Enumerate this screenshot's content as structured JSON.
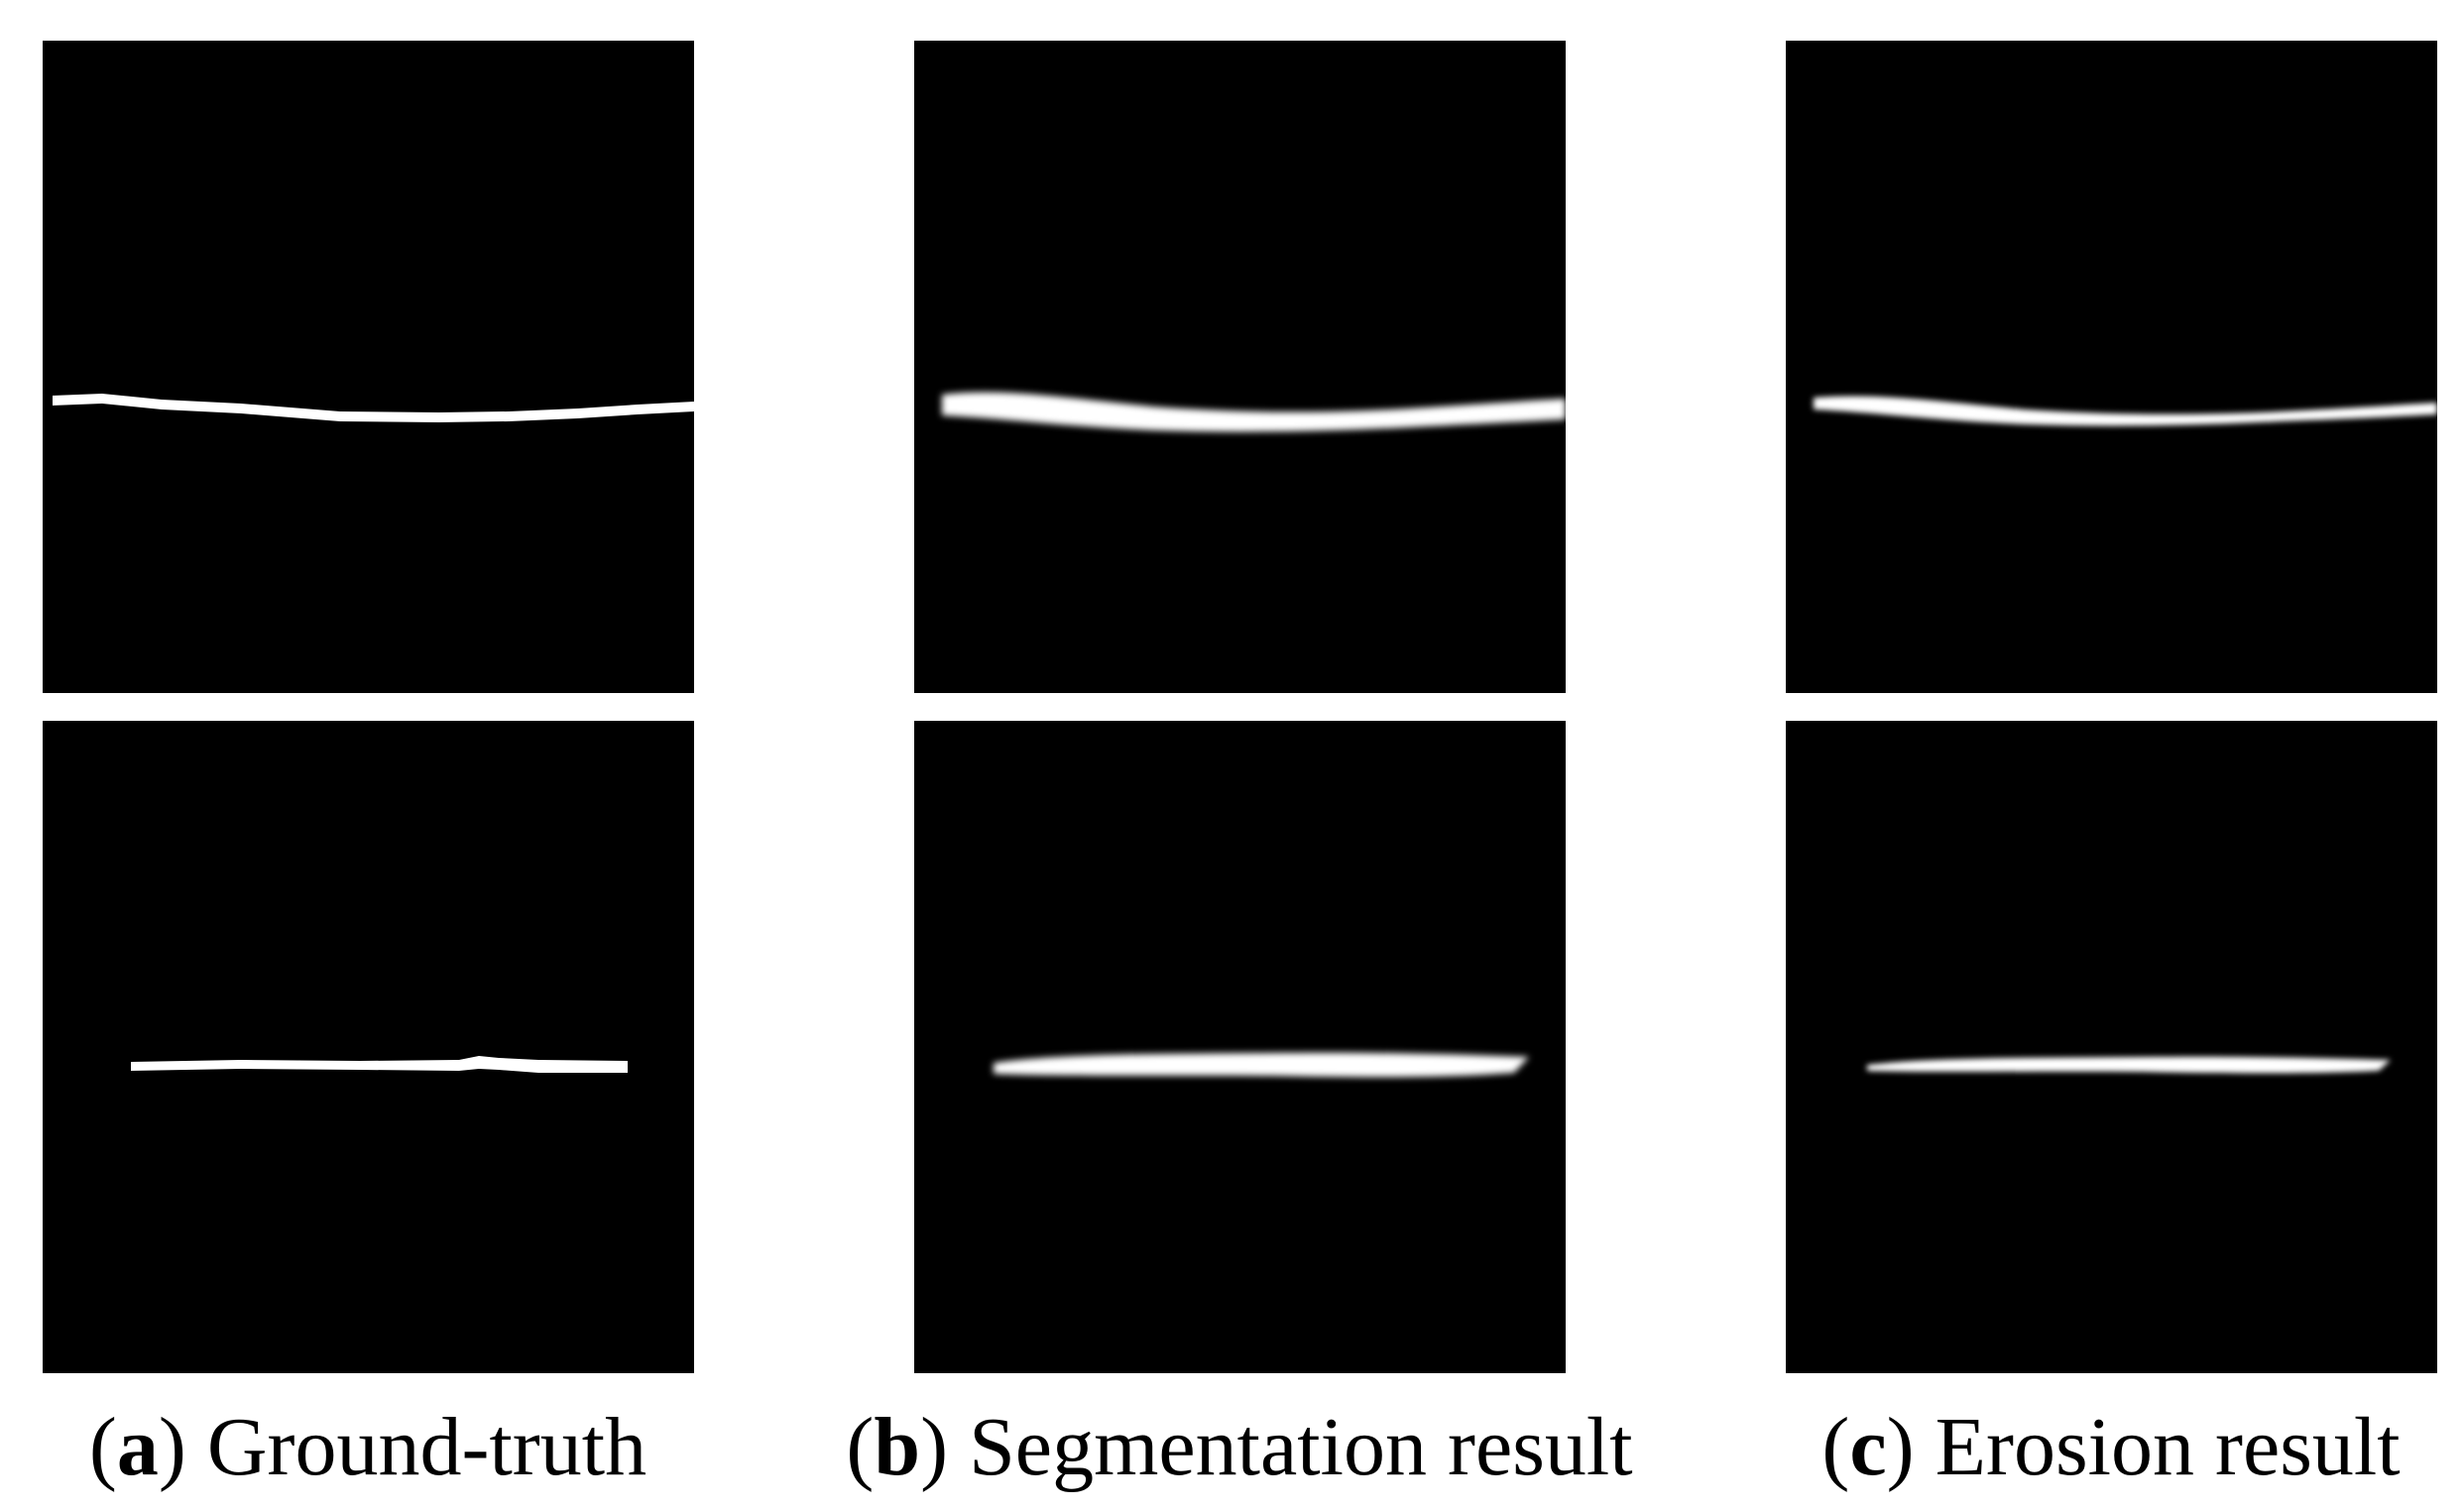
{
  "figure": {
    "panels": [
      {
        "column": "a",
        "row": 1,
        "content": "ground-truth-crack-mask-curved"
      },
      {
        "column": "b",
        "row": 1,
        "content": "segmentation-result-curved"
      },
      {
        "column": "c",
        "row": 1,
        "content": "erosion-result-curved"
      },
      {
        "column": "a",
        "row": 2,
        "content": "ground-truth-crack-mask-straight"
      },
      {
        "column": "b",
        "row": 2,
        "content": "segmentation-result-straight"
      },
      {
        "column": "c",
        "row": 2,
        "content": "erosion-result-straight"
      }
    ],
    "captions": {
      "a": {
        "letter": "a",
        "open": "(",
        "close": ")",
        "text": "Ground-truth"
      },
      "b": {
        "letter": "b",
        "open": "(",
        "close": ")",
        "text": "Segmentation result"
      },
      "c": {
        "letter": "c",
        "open": "(",
        "close": ")",
        "text": "Erosion result"
      }
    },
    "colors": {
      "background": "#000000",
      "mask": "#ffffff",
      "page": "#ffffff"
    }
  }
}
